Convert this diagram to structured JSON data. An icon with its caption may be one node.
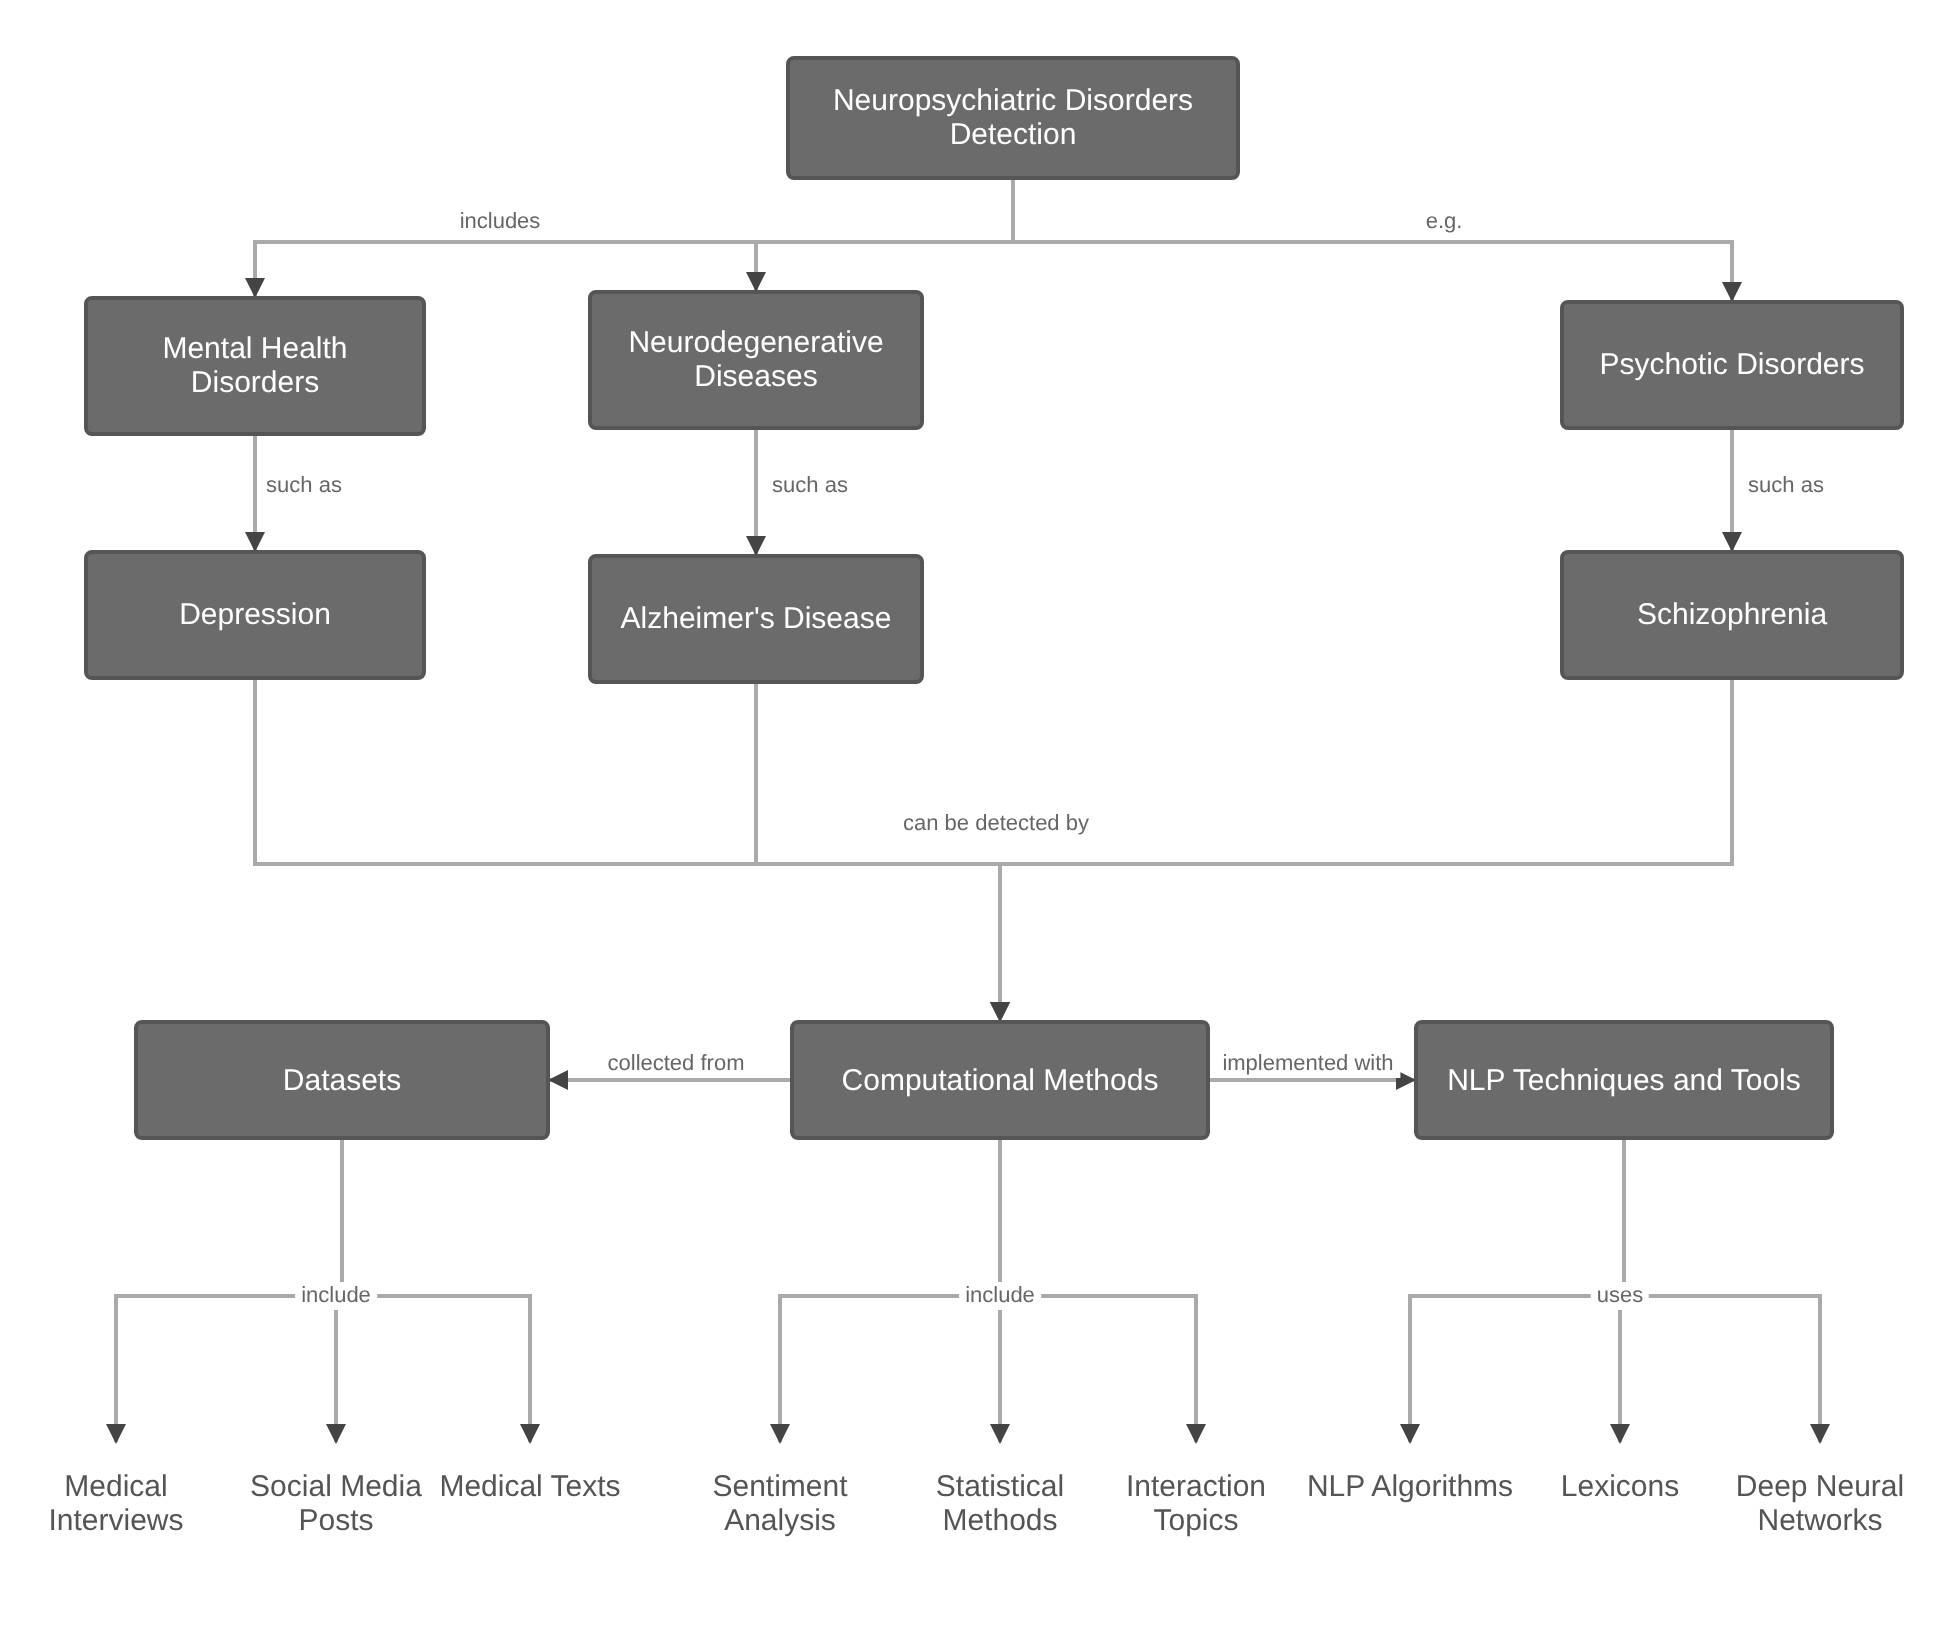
{
  "diagram": {
    "nodes": [
      {
        "text": [
          "Neuropsychiatric Disorders Detection"
        ]
      },
      {
        "text": [
          "Mental Health Disorders"
        ]
      },
      {
        "text": [
          "Neurodegenerative Diseases"
        ]
      },
      {
        "text": [
          "Psychotic Disorders"
        ]
      },
      {
        "text": [
          "Depression"
        ]
      },
      {
        "text": [
          "Alzheimer's Disease"
        ]
      },
      {
        "text": [
          "Schizophrenia"
        ]
      },
      {
        "text": [
          "Datasets"
        ]
      },
      {
        "text": [
          "Computational Methods"
        ]
      },
      {
        "text": [
          "NLP Techniques and Tools"
        ]
      },
      {
        "text": [
          "Medical Interviews"
        ]
      },
      {
        "text": [
          "Social Media Posts"
        ]
      },
      {
        "text": [
          "Medical Texts"
        ]
      },
      {
        "text": [
          "Sentiment Analysis"
        ]
      },
      {
        "text": [
          "Statistical Methods"
        ]
      },
      {
        "text": [
          "Interaction Topics"
        ]
      },
      {
        "text": [
          "NLP Algorithms"
        ]
      },
      {
        "text": [
          "Lexicons"
        ]
      },
      {
        "text": [
          "Deep Neural Networks"
        ]
      }
    ],
    "edges": [
      {
        "from": 0,
        "to": 1,
        "arrow": "to",
        "label": "includes"
      },
      {
        "from": 0,
        "to": 2,
        "arrow": "to"
      },
      {
        "from": 0,
        "to": 3,
        "arrow": "to",
        "label": "e.g."
      },
      {
        "from": 1,
        "to": 4,
        "arrow": "to",
        "label": "such as"
      },
      {
        "from": 2,
        "to": 5,
        "arrow": "to",
        "label": "such as"
      },
      {
        "from": 3,
        "to": 6,
        "arrow": "to",
        "label": "such as"
      },
      {
        "from": 4,
        "to": 8,
        "arrow": "to"
      },
      {
        "from": 5,
        "to": 8,
        "arrow": "to",
        "label": "can be detected by"
      },
      {
        "from": 6,
        "to": 8,
        "arrow": "to"
      },
      {
        "from": 8,
        "to": 7,
        "arrow": "to",
        "label": "collected from"
      },
      {
        "from": 8,
        "to": 9,
        "arrow": "to",
        "label": "implemented with"
      },
      {
        "from": 7,
        "to": 10,
        "arrow": "to"
      },
      {
        "from": 7,
        "to": 11,
        "arrow": "to",
        "label": "include"
      },
      {
        "from": 7,
        "to": 12,
        "arrow": "to"
      },
      {
        "from": 8,
        "to": 13,
        "arrow": "to"
      },
      {
        "from": 8,
        "to": 14,
        "arrow": "to",
        "label": "include"
      },
      {
        "from": 8,
        "to": 15,
        "arrow": "to"
      },
      {
        "from": 9,
        "to": 16,
        "arrow": "to"
      },
      {
        "from": 9,
        "to": 17,
        "arrow": "to",
        "label": "uses"
      },
      {
        "from": 9,
        "to": 18,
        "arrow": "to"
      }
    ]
  }
}
